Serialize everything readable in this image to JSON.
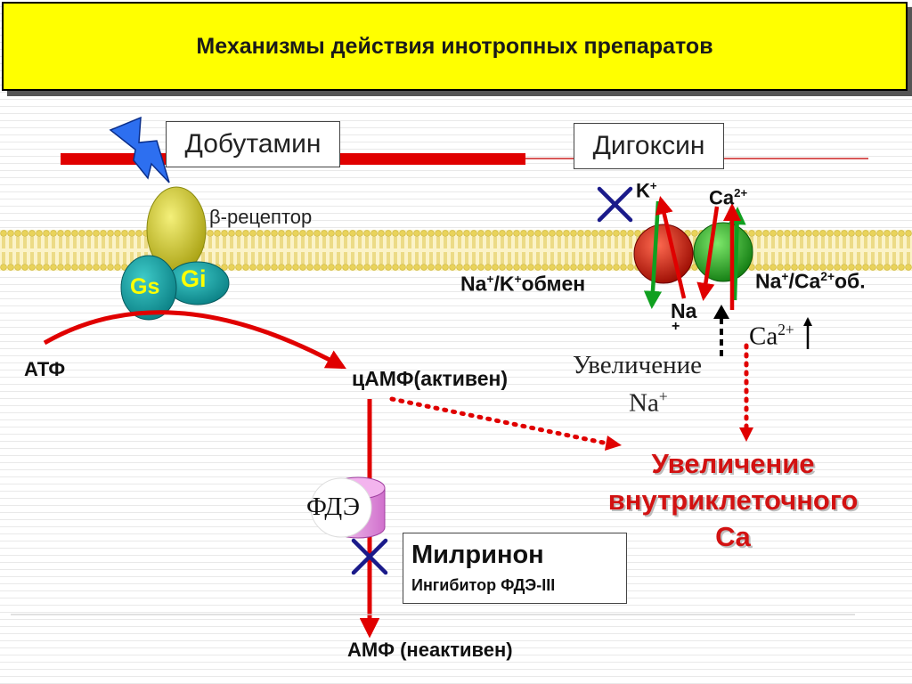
{
  "title": "Механизмы действия инотропных препаратов",
  "drugs": {
    "dobutamine": "Добутамин",
    "digoxin": "Дигоксин",
    "milrinone": "Милринон",
    "milrinone_desc": "Ингибитор ФДЭ-III"
  },
  "receptor": {
    "beta": "β-рецептор",
    "gs": "Gs",
    "gi": "Gi"
  },
  "pathway": {
    "atp": "АТФ",
    "camp": "цАМФ(активен)",
    "pde": "ФДЭ",
    "amp": "АМФ (неактивен)"
  },
  "ions": {
    "k": "K",
    "k_sup": "+",
    "ca": "Ca",
    "ca_sup": "2+",
    "na": "Na",
    "na_sup": "+",
    "na_k_exchange": {
      "na": "Na",
      "na_sup": "+",
      "k": "/K",
      "k_sup": "+",
      "rest": "обмен"
    },
    "na_ca_exchange": {
      "na": "Na",
      "na_sup": "+",
      "ca": "/Ca",
      "ca_sup": "2+",
      "rest": "об."
    },
    "ca_up": "Ca",
    "ca_up_sup": "2+"
  },
  "effects": {
    "na_increase_line1": "Увеличение",
    "na_increase_line2": "Na",
    "na_increase_sup": "+",
    "result_line1": "Увеличение",
    "result_line2": "внутриклеточного",
    "result_line3": "Ca"
  },
  "colors": {
    "banner": "#ffff00",
    "red": "#e00000",
    "green": "#10a020",
    "membrane": "#f2e27a",
    "block_x": "#1a1a8a",
    "result_text": "#d21212"
  }
}
